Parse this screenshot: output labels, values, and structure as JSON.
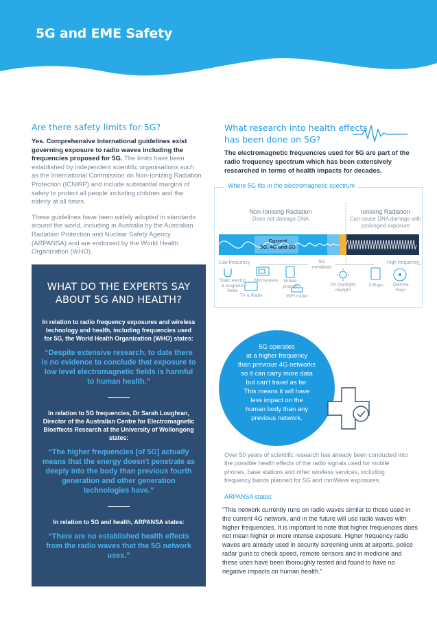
{
  "page": {
    "title": "5G and EME Safety"
  },
  "safety": {
    "heading": "Are there safety limits for 5G?",
    "lead": "Yes. Comprehensive international guidelines exist governing exposure to radio waves including the frequencies proposed for 5G.",
    "lead_rest": " The limits have been established by independent scientific organisations such as the International Commission on Non-Ionizing Radiation Protection (ICNIRP) and include substantial margins of safety to protect all people including children and the elderly at all times.",
    "para2": "These guidelines have been widely adopted in standards around the world, including in Australia by the Australian Radiation Protection and Nuclear Safety Agency (ARPANSA) and are endorsed by the World Health Organization (WHO)."
  },
  "research": {
    "heading": "What research into health effects has been done on 5G?",
    "intro": "The electromagnetic frequencies used for 5G are part of the radio frequency spectrum which has been extensively researched in terms of health impacts for decades.",
    "body": "Over 50 years of scientific research has already been conducted into the possible health effects of the radio signals used for mobile phones, base stations and other wireless services, including frequency bands planned for 5G and mmWave exposures.",
    "arpansa_label": "ARPANSA states:",
    "arpansa_quote": "“This network currently runs on radio waves similar to those used in the current 4G network, and in the future will use radio waves with higher frequencies. It is important to note that higher frequencies does not mean higher or more intense exposure. Higher frequency radio waves are already used in security screening units at airports, police radar guns to check speed, remote sensors and in medicine and these uses have been thoroughly tested and found to have no negative impacts on human health.”"
  },
  "spectrum": {
    "title": "Where 5G fits in the electromagnetic spectrum",
    "nonionizing": "Non-Ionising Radiation",
    "nonionizing_sub": "Does not damage DNA",
    "ionizing": "Ionising Radiation",
    "ionizing_sub": "Can cause DNA damage with prolonged exposure",
    "current_label": "Current\n3G, 4G and 5G",
    "low_freq": "Low frequency",
    "mmwave": "5G\nmmWave",
    "high_freq": "High frequency",
    "items": {
      "static": "Static electric & magnetic fields",
      "microwaves": "Microwaves",
      "mobile": "Mobile phones",
      "tv": "TV & Radio",
      "wifi": "WiFi router",
      "uv": "UV (sunlight) daylight",
      "xray": "X-Rays",
      "gamma": "Gamma Rays"
    },
    "colors": {
      "band": "#25a8e6",
      "dark": "#1f3553",
      "marker": "#f3b33a"
    }
  },
  "experts": {
    "title": "WHAT DO THE EXPERTS SAY ABOUT 5G AND HEALTH?",
    "intro1": "In relation to radio frequency exposures and wireless technology and health, including frequencies used for 5G, the World Health Organization (WHO) states:",
    "quote1": "“Despite extensive research, to date there is no evidence to conclude that exposure to low level electromagnetic fields is harmful to human health.”",
    "intro2": "In relation to 5G frequencies, Dr Sarah Loughran, Director of the Australian Centre for Electromagnetic Bioeffects Research at the University of Wollongong states:",
    "quote2": "“The higher frequencies [of 5G] actually means that the energy doesn't penetrate as deeply into the body than previous fourth generation and other generation technologies have.”",
    "intro3": "In relation to 5G and health, ARPANSA states:",
    "quote3": "“There are no established health effects from the radio waves that the 5G network uses.”"
  },
  "bubble": {
    "text": "5G operates\nat a higher frequency\nthan previous 4G networks\nso it can carry more data\nbut can't travel as far.\nThis means it will have\nless impact on the\nhuman body than any\nprevious network."
  },
  "colors": {
    "brand_blue": "#1e9be0",
    "navy": "#2e4d73",
    "quote_blue": "#46b5ec"
  }
}
